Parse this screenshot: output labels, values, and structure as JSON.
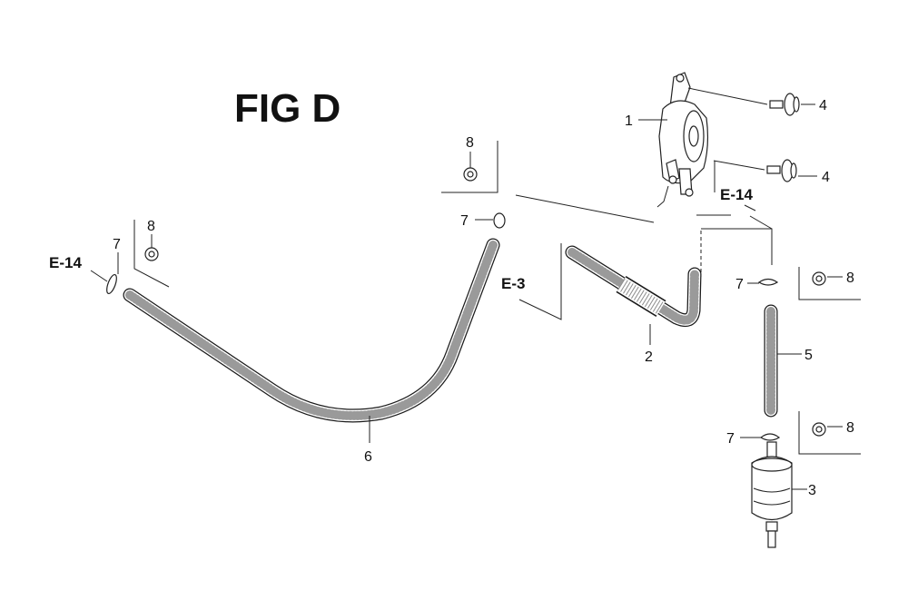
{
  "title": "FIG D",
  "refs": {
    "e14_left": "E-14",
    "e14_right": "E-14",
    "e3": "E-3"
  },
  "callouts": {
    "fuel_valve": "1",
    "hose_2": "2",
    "filter_3": "3",
    "screw_4a": "4",
    "screw_4b": "4",
    "hose_5": "5",
    "hose_6": "6",
    "clip_7_upper": "7",
    "clip_7_left": "7",
    "clip_7_right": "7",
    "clip_7_lower": "7",
    "clamp_8_top": "8",
    "clamp_8_left": "8",
    "clamp_8_right": "8",
    "clamp_8_lower": "8"
  }
}
